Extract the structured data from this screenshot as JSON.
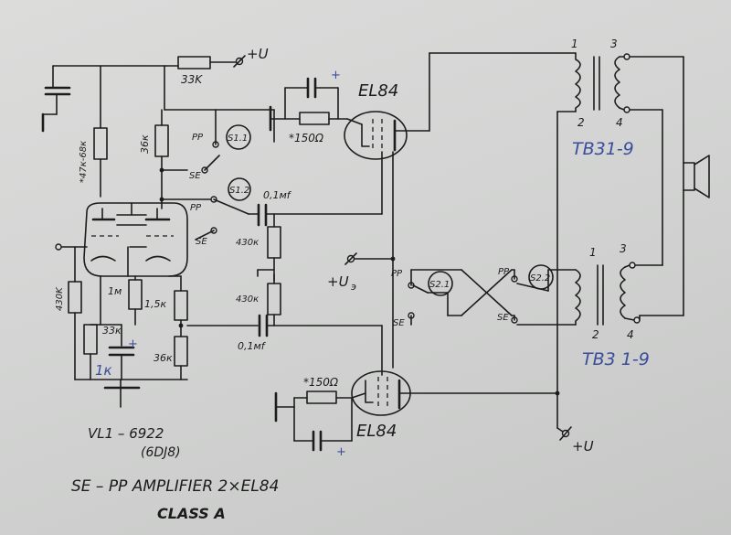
{
  "title": "SE – PP AMPLIFIER 2×EL84",
  "subtitle": "CLASS A",
  "tube_labels": {
    "driver": "VL1 – 6922",
    "driver_alt": "(6DJ8)",
    "output_top": "EL84",
    "output_bottom": "EL84"
  },
  "supply_labels": {
    "top": "+U",
    "right": "+U",
    "screen": "+U",
    "screen_sub": "э"
  },
  "resistors": {
    "r_33k": "33K",
    "r_47k": "*47к-68к",
    "r_36k_top": "36к",
    "r_430k_left": "430K",
    "r_1m": "1м",
    "r_33k_cathode": "33к",
    "r_1k": "1к",
    "r_15k": "1,5к",
    "r_36k_bottom": "36к",
    "r_430k_a": "430к",
    "r_430k_b": "430к",
    "r_150_top": "*150Ω",
    "r_150_bottom": "*150Ω"
  },
  "capacitors": {
    "c_01_top": "0,1мf",
    "c_01_bottom": "0,1мf",
    "plus": "+"
  },
  "switch_labels": {
    "s11": "S1.1",
    "s12": "S1.2",
    "s21": "S2.1",
    "s22": "S2.2",
    "pp": "PP",
    "se": "SE"
  },
  "transformer_labels": {
    "top": "TB31-9",
    "bottom": "TB3 1-9",
    "pin1": "1",
    "pin2": "2",
    "pin3": "3",
    "pin4": "4"
  },
  "colors": {
    "ink": "#1c1c1c",
    "blue_ink": "#3a4d9a",
    "paper": "#d6d7d6"
  }
}
